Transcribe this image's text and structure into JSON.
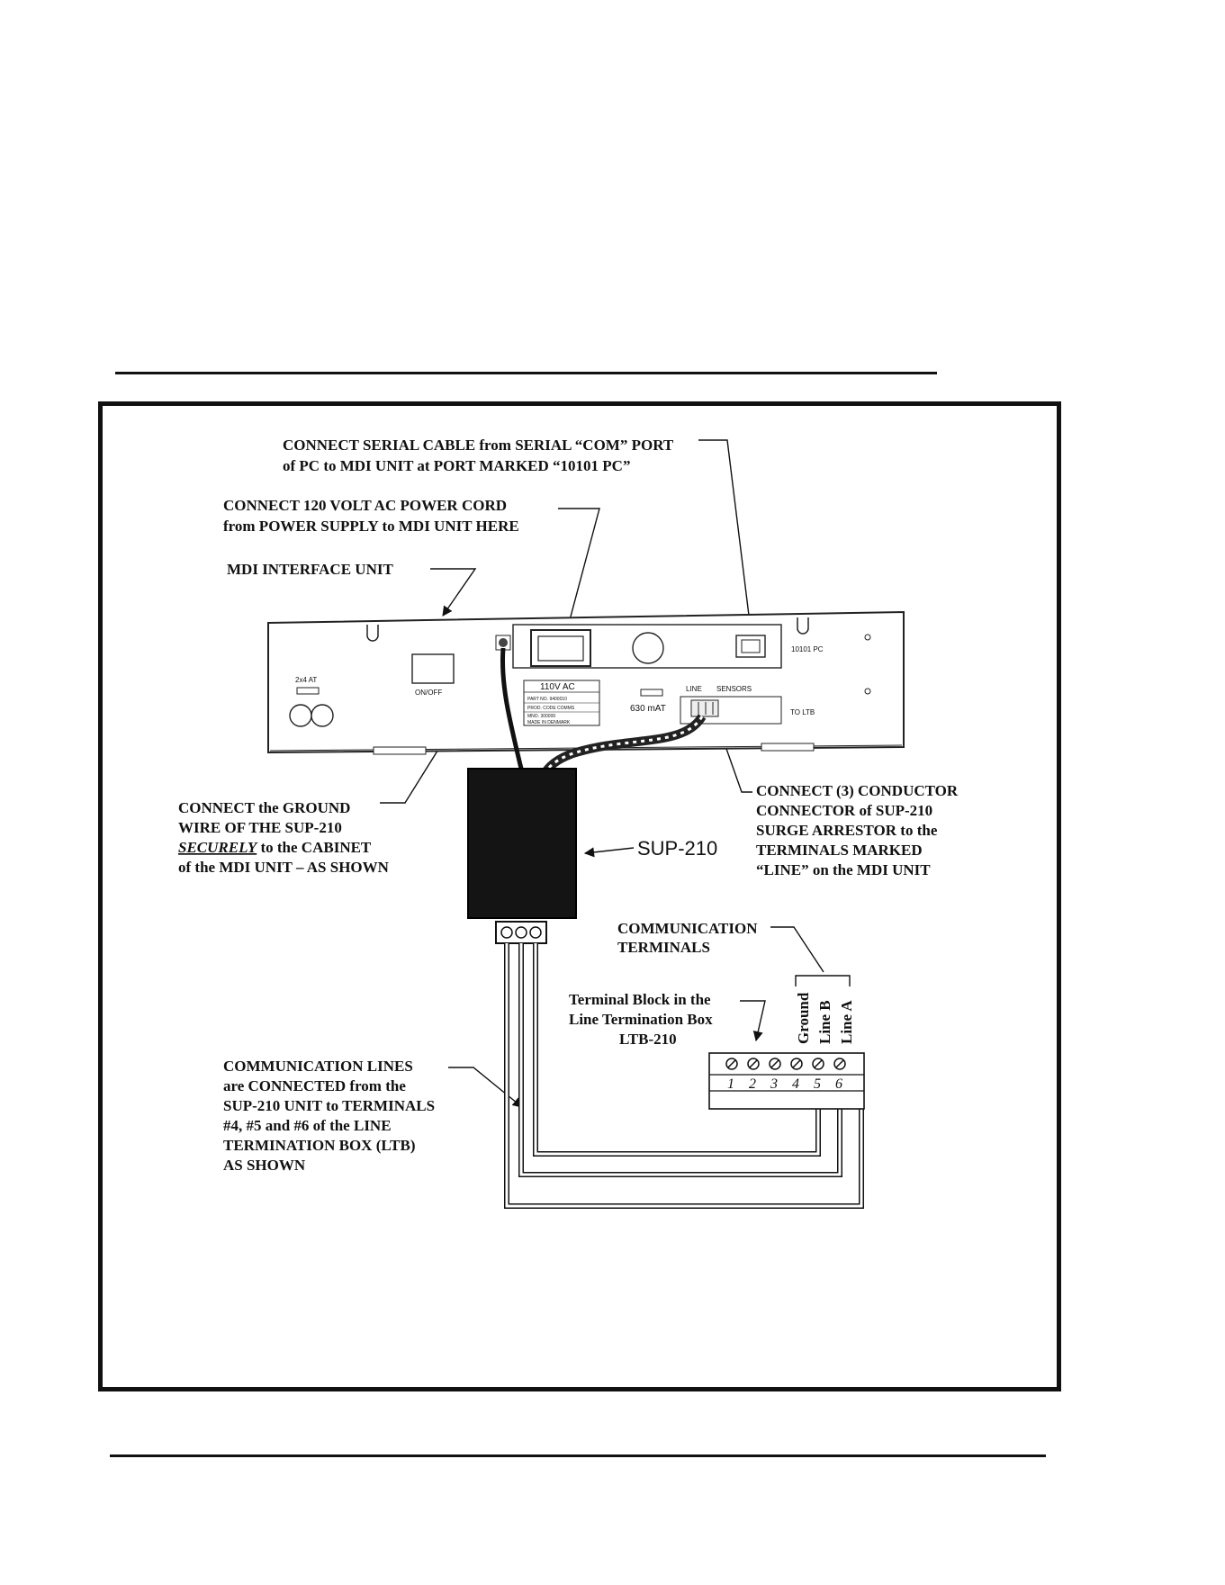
{
  "callouts": {
    "serial": [
      "CONNECT SERIAL CABLE from SERIAL “COM” PORT",
      "of PC to MDI UNIT at PORT MARKED “10101 PC”"
    ],
    "power": [
      "CONNECT 120 VOLT AC POWER CORD",
      "from POWER SUPPLY to MDI UNIT HERE"
    ],
    "mdi_unit": "MDI INTERFACE UNIT",
    "ground": [
      "CONNECT the GROUND",
      "WIRE OF THE SUP-210",
      "SECURELY",
      " to the CABINET",
      "of the MDI UNIT – AS SHOWN"
    ],
    "connector": [
      "CONNECT (3) CONDUCTOR",
      "CONNECTOR of SUP-210",
      "SURGE ARRESTOR to the",
      "TERMINALS MARKED",
      "“LINE” on the MDI UNIT"
    ],
    "sup_label": "SUP-210",
    "comm_terminals": [
      "COMMUNICATION",
      "TERMINALS"
    ],
    "terminal_block": [
      "Terminal Block in the",
      "Line Termination Box",
      "LTB-210"
    ],
    "comm_lines": [
      "COMMUNICATION LINES",
      "are CONNECTED from the",
      "SUP-210 UNIT to TERMINALS",
      "#4, #5 and #6 of the LINE",
      "TERMINATION BOX (LTB)",
      "AS SHOWN"
    ]
  },
  "panel": {
    "fuse_left": "2x4 AT",
    "onoff": "ON/OFF",
    "voltage": "110V AC",
    "plate_lines": [
      "PART NO. 9400010",
      "PROD. CODE COMMS",
      "MNO. 300000",
      "MADE IN DENMARK"
    ],
    "fuse_right": "630 mAT",
    "line": "LINE",
    "sensors": "SENSORS",
    "port": "10101 PC",
    "to_ltb": "TO LTB"
  },
  "terminal_vertical_labels": [
    "Ground",
    "Line B",
    "Line A"
  ],
  "terminal_numbers": [
    "1",
    "2",
    "3",
    "4",
    "5",
    "6"
  ]
}
